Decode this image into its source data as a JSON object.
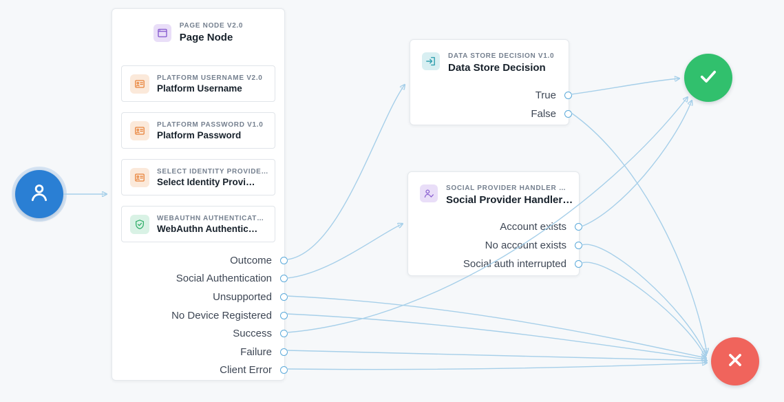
{
  "colors": {
    "canvas_bg": "#f6f8fa",
    "edge": "#a6cfe9",
    "edge_arrow": "#4796d2",
    "port_ring": "#5aa9da",
    "start_node": "#2a7fd4",
    "success_node": "#31c06d",
    "failure_node": "#f0645c",
    "accent_purple": "#8a5fd0",
    "accent_orange": "#e8833a",
    "accent_green": "#2fae68",
    "accent_teal": "#2f9fae"
  },
  "page_node": {
    "type_label": "PAGE NODE V2.0",
    "title": "Page Node",
    "children": [
      {
        "type_label": "PLATFORM USERNAME V2.0",
        "title": "Platform Username",
        "icon": "id-card-icon"
      },
      {
        "type_label": "PLATFORM PASSWORD V1.0",
        "title": "Platform Password",
        "icon": "id-card-icon"
      },
      {
        "type_label": "SELECT IDENTITY PROVIDE…",
        "title": "Select Identity Provi…",
        "icon": "id-card-icon"
      },
      {
        "type_label": "WEBAUTHN AUTHENTICAT…",
        "title": "WebAuthn Authentic…",
        "icon": "shield-check-icon"
      }
    ],
    "outcomes": [
      "Outcome",
      "Social Authentication",
      "Unsupported",
      "No Device Registered",
      "Success",
      "Failure",
      "Client Error"
    ]
  },
  "data_store_decision": {
    "type_label": "DATA STORE DECISION V1.0",
    "title": "Data Store Decision",
    "outcomes": [
      "True",
      "False"
    ]
  },
  "social_provider_handler": {
    "type_label": "SOCIAL PROVIDER HANDLER …",
    "title": "Social Provider Handler…",
    "outcomes": [
      "Account exists",
      "No account exists",
      "Social auth interrupted"
    ]
  },
  "edges": [
    {
      "from": "start",
      "to": "page-node"
    },
    {
      "from": "page-node.Outcome",
      "to": "data-store-decision"
    },
    {
      "from": "page-node.Social Authentication",
      "to": "social-provider-handler"
    },
    {
      "from": "page-node.Unsupported",
      "to": "failure"
    },
    {
      "from": "page-node.No Device Registered",
      "to": "failure"
    },
    {
      "from": "page-node.Success",
      "to": "success"
    },
    {
      "from": "page-node.Failure",
      "to": "failure"
    },
    {
      "from": "page-node.Client Error",
      "to": "failure"
    },
    {
      "from": "data-store-decision.True",
      "to": "success"
    },
    {
      "from": "data-store-decision.False",
      "to": "failure"
    },
    {
      "from": "social-provider-handler.Account exists",
      "to": "success"
    },
    {
      "from": "social-provider-handler.No account exists",
      "to": "failure"
    },
    {
      "from": "social-provider-handler.Social auth interrupted",
      "to": "failure"
    }
  ]
}
